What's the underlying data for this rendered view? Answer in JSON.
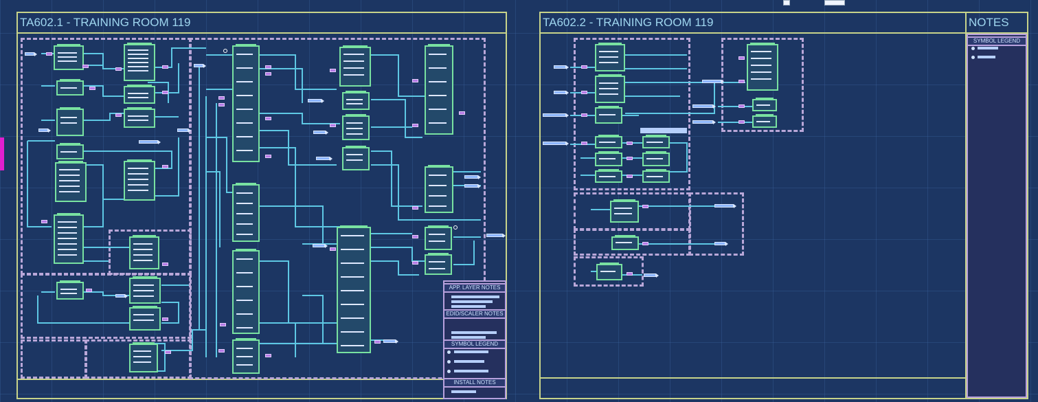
{
  "sheets": [
    {
      "id": "ta602-1",
      "title": "TA602.1 - TRAINING ROOM 119"
    },
    {
      "id": "ta602-2",
      "title": "TA602.2 - TRAINING ROOM 119"
    }
  ],
  "notes_sheet": {
    "title": "NOTES",
    "legend_header": "SYMBOL LEGEND"
  },
  "sheet1_notes": {
    "app_layer_header": "APP. LAYER NOTES",
    "edid_header": "EDID/SCALER NOTES",
    "symbol_legend_header": "SYMBOL LEGEND",
    "install_header": "INSTALL NOTES"
  },
  "colors": {
    "background": "#1c3663",
    "sheet_border": "#c8d48a",
    "zone_border": "#b9a7d8",
    "device_outline": "#79e2a1",
    "port": "#b57be6",
    "wire": "#5ec8e4",
    "title_text": "#9fd6ef"
  }
}
